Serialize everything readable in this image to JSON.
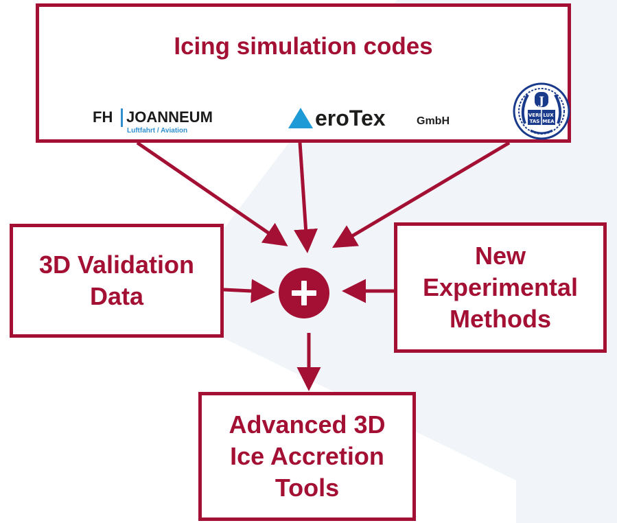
{
  "top_box": {
    "title": "Icing simulation codes",
    "logos": [
      {
        "name": "FH JOANNEUM",
        "parts": [
          "FH",
          "JOANNEUM"
        ],
        "subtitle": "Luftfahrt / Aviation"
      },
      {
        "name": "AeroTex GmbH",
        "parts": [
          "eroTex",
          "GmbH"
        ]
      },
      {
        "name": "university-seal",
        "parts": [
          "VERI",
          "TAS",
          "LUX",
          "MEA"
        ]
      }
    ]
  },
  "left_box": {
    "lines": [
      "3D Validation",
      "Data"
    ]
  },
  "right_box": {
    "lines": [
      "New",
      "Experimental",
      "Methods"
    ]
  },
  "bottom_box": {
    "lines": [
      "Advanced 3D",
      "Ice Accretion",
      "Tools"
    ]
  },
  "center_symbol": "plus",
  "colors": {
    "accent": "#a31034",
    "background_shape": "#f1f4f8",
    "fh_blue": "#2f8fce",
    "aerotex_blue": "#1e9ad6",
    "seal_blue": "#1a3a8c"
  }
}
